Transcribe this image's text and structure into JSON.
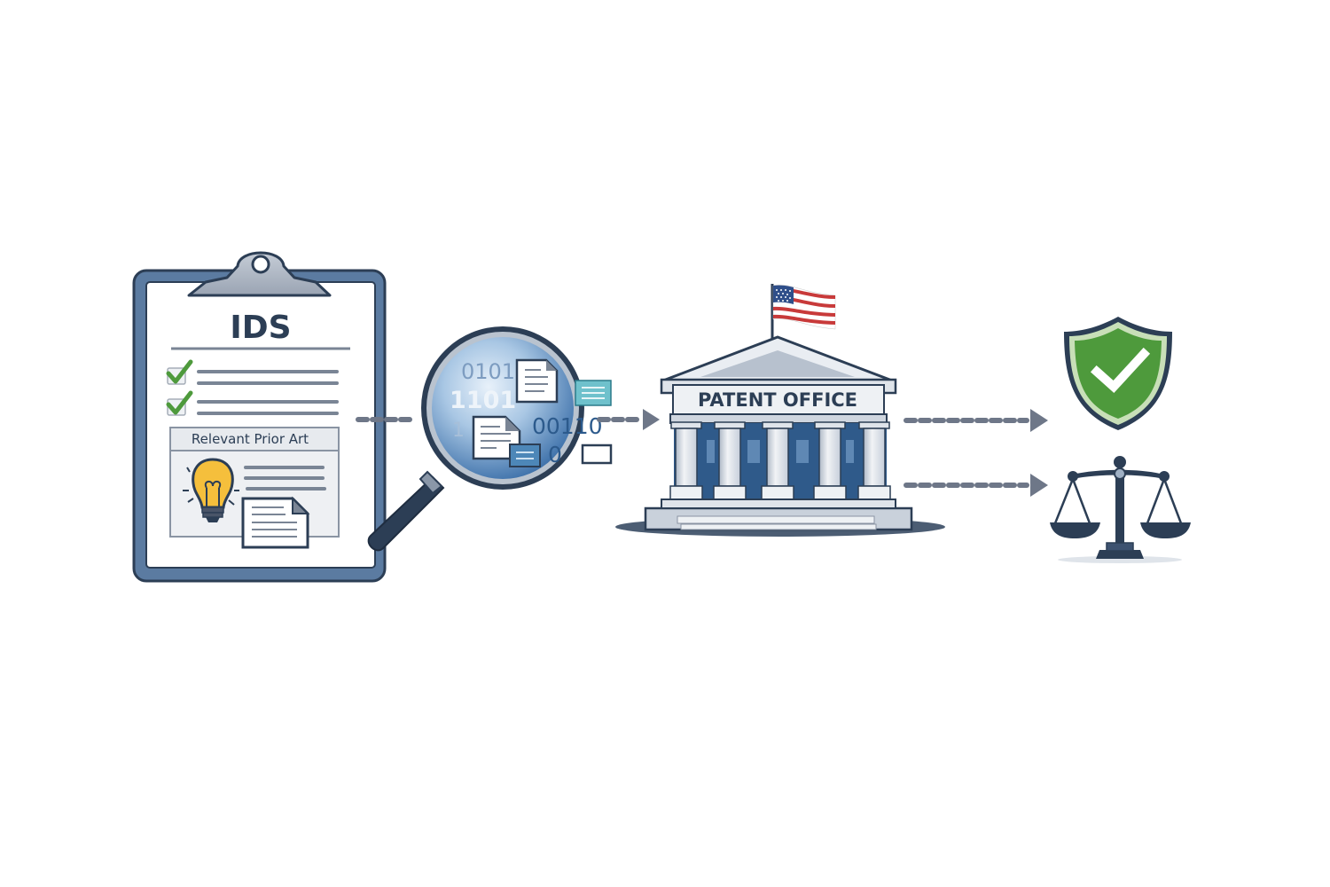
{
  "diagram": {
    "nodes": [
      {
        "id": "ids-clipboard",
        "title": "IDS",
        "section_label": "Relevant Prior Art",
        "checklist_items": 2
      },
      {
        "id": "magnifier",
        "binary_text": [
          "0101",
          "1101",
          "1",
          "00110",
          "0"
        ]
      },
      {
        "id": "patent-office",
        "label": "PATENT OFFICE"
      },
      {
        "id": "shield-check"
      },
      {
        "id": "scales-of-justice"
      }
    ],
    "edges": [
      {
        "from": "ids-clipboard",
        "to": "magnifier",
        "style": "dashed"
      },
      {
        "from": "magnifier",
        "to": "patent-office",
        "style": "dashed-arrow"
      },
      {
        "from": "patent-office",
        "to": "shield-check",
        "style": "dashed-arrow"
      },
      {
        "from": "patent-office",
        "to": "scales-of-justice",
        "style": "dashed-arrow"
      }
    ],
    "colors": {
      "navy": "#2c3e55",
      "frame_blue": "#4a6a8f",
      "green": "#4e9a3c",
      "green_light": "#c8dfb8",
      "bulb_yellow": "#f5bf3c",
      "connector_gray": "#6e7788",
      "flag_red": "#c83a3a",
      "flag_blue": "#2f4f8a"
    }
  }
}
